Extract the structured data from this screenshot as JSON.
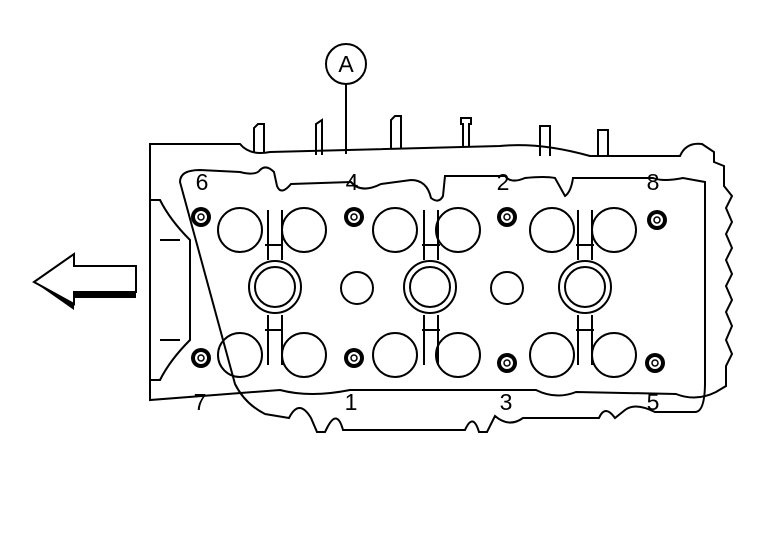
{
  "callout": {
    "label": "A"
  },
  "bolt_sequence": {
    "top": [
      "6",
      "4",
      "2",
      "8"
    ],
    "bottom": [
      "7",
      "1",
      "3",
      "5"
    ]
  },
  "arrow": {
    "icon": "front-direction-arrow-icon"
  }
}
